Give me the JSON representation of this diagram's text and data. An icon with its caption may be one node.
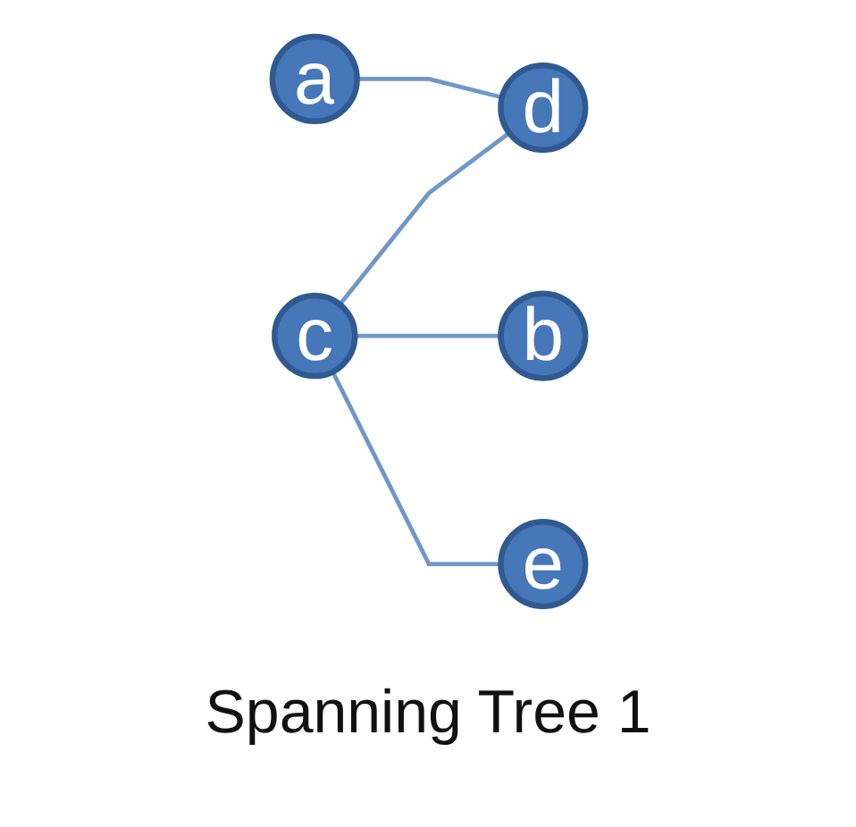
{
  "diagram": {
    "caption": "Spanning Tree 1",
    "nodes": [
      {
        "text": [
          "a"
        ]
      },
      {
        "text": [
          "b"
        ]
      },
      {
        "text": [
          "c"
        ]
      },
      {
        "text": [
          "d"
        ]
      },
      {
        "text": [
          "e"
        ]
      }
    ],
    "edges": [
      {
        "from": 0,
        "to": 3,
        "arrow": "none"
      },
      {
        "from": 2,
        "to": 1,
        "arrow": "none"
      },
      {
        "from": 2,
        "to": 3,
        "arrow": "none"
      },
      {
        "from": 2,
        "to": 4,
        "arrow": "none"
      }
    ]
  }
}
